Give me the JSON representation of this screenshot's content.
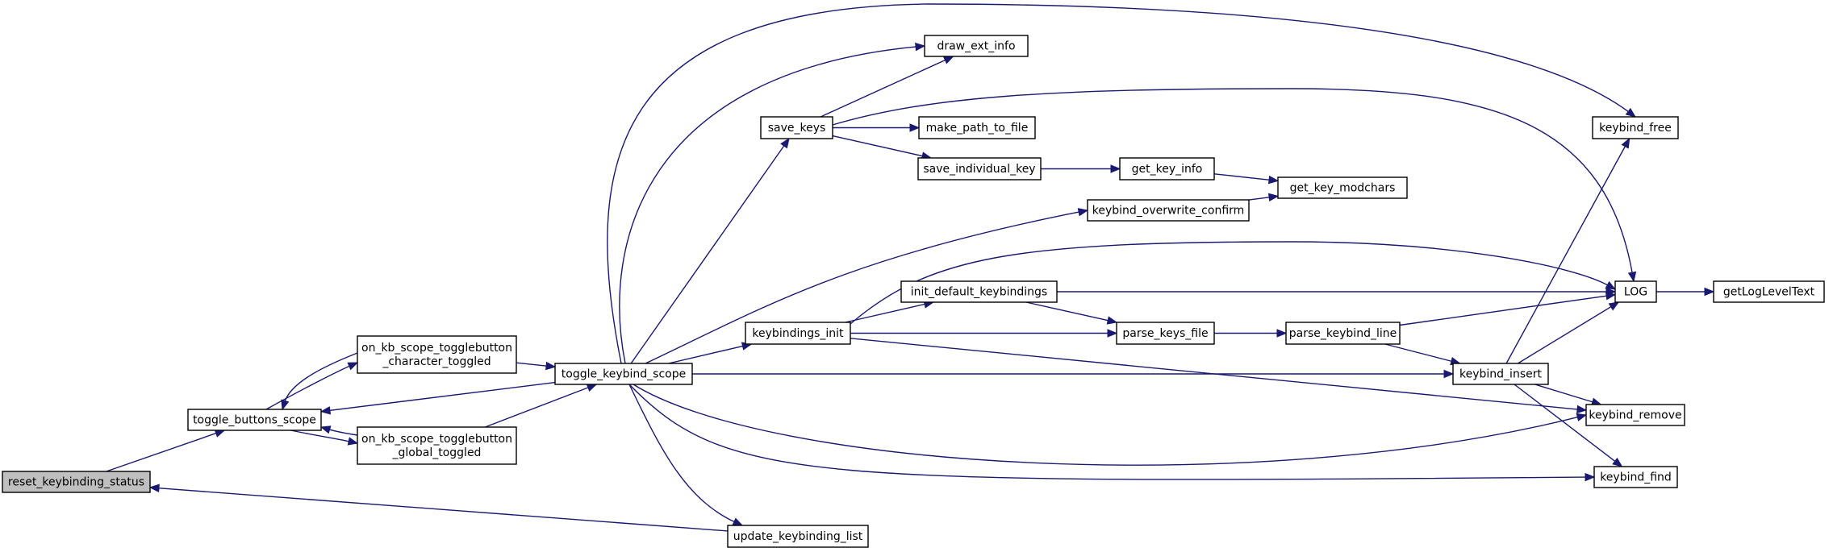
{
  "nodes": [
    {
      "id": "reset_keybinding_status",
      "lines": [
        "reset_keybinding_status"
      ],
      "highlight": true
    },
    {
      "id": "toggle_buttons_scope",
      "lines": [
        "toggle_buttons_scope"
      ]
    },
    {
      "id": "on_char",
      "lines": [
        "on_kb_scope_togglebutton",
        "_character_toggled"
      ]
    },
    {
      "id": "on_glob",
      "lines": [
        "on_kb_scope_togglebutton",
        "_global_toggled"
      ]
    },
    {
      "id": "toggle_keybind_scope",
      "lines": [
        "toggle_keybind_scope"
      ]
    },
    {
      "id": "update_keybinding_list",
      "lines": [
        "update_keybinding_list"
      ]
    },
    {
      "id": "save_keys",
      "lines": [
        "save_keys"
      ]
    },
    {
      "id": "draw_ext_info",
      "lines": [
        "draw_ext_info"
      ]
    },
    {
      "id": "make_path_to_file",
      "lines": [
        "make_path_to_file"
      ]
    },
    {
      "id": "save_individual_key",
      "lines": [
        "save_individual_key"
      ]
    },
    {
      "id": "get_key_info",
      "lines": [
        "get_key_info"
      ]
    },
    {
      "id": "get_key_modchars",
      "lines": [
        "get_key_modchars"
      ]
    },
    {
      "id": "keybind_overwrite_confirm",
      "lines": [
        "keybind_overwrite_confirm"
      ]
    },
    {
      "id": "keybindings_init",
      "lines": [
        "keybindings_init"
      ]
    },
    {
      "id": "init_default_keybindings",
      "lines": [
        "init_default_keybindings"
      ]
    },
    {
      "id": "parse_keys_file",
      "lines": [
        "parse_keys_file"
      ]
    },
    {
      "id": "parse_keybind_line",
      "lines": [
        "parse_keybind_line"
      ]
    },
    {
      "id": "keybind_insert",
      "lines": [
        "keybind_insert"
      ]
    },
    {
      "id": "keybind_free",
      "lines": [
        "keybind_free"
      ]
    },
    {
      "id": "LOG",
      "lines": [
        "LOG"
      ]
    },
    {
      "id": "getLogLevelText",
      "lines": [
        "getLogLevelText"
      ]
    },
    {
      "id": "keybind_remove",
      "lines": [
        "keybind_remove"
      ]
    },
    {
      "id": "keybind_find",
      "lines": [
        "keybind_find"
      ]
    }
  ],
  "edges": [
    {
      "from": "reset_keybinding_status",
      "to": "toggle_buttons_scope"
    },
    {
      "from": "toggle_buttons_scope",
      "to": "on_char"
    },
    {
      "from": "toggle_buttons_scope",
      "to": "on_glob"
    },
    {
      "from": "on_char",
      "to": "toggle_buttons_scope"
    },
    {
      "from": "on_char",
      "to": "toggle_keybind_scope"
    },
    {
      "from": "on_glob",
      "to": "toggle_buttons_scope"
    },
    {
      "from": "on_glob",
      "to": "toggle_keybind_scope"
    },
    {
      "from": "toggle_keybind_scope",
      "to": "toggle_buttons_scope"
    },
    {
      "from": "toggle_keybind_scope",
      "to": "save_keys"
    },
    {
      "from": "toggle_keybind_scope",
      "to": "draw_ext_info"
    },
    {
      "from": "toggle_keybind_scope",
      "to": "keybind_free"
    },
    {
      "from": "toggle_keybind_scope",
      "to": "keybind_overwrite_confirm"
    },
    {
      "from": "toggle_keybind_scope",
      "to": "keybindings_init"
    },
    {
      "from": "toggle_keybind_scope",
      "to": "keybind_insert"
    },
    {
      "from": "toggle_keybind_scope",
      "to": "keybind_remove"
    },
    {
      "from": "toggle_keybind_scope",
      "to": "keybind_find"
    },
    {
      "from": "toggle_keybind_scope",
      "to": "update_keybinding_list"
    },
    {
      "from": "update_keybinding_list",
      "to": "reset_keybinding_status"
    },
    {
      "from": "save_keys",
      "to": "draw_ext_info"
    },
    {
      "from": "save_keys",
      "to": "make_path_to_file"
    },
    {
      "from": "save_keys",
      "to": "save_individual_key"
    },
    {
      "from": "save_keys",
      "to": "LOG"
    },
    {
      "from": "save_individual_key",
      "to": "get_key_info"
    },
    {
      "from": "get_key_info",
      "to": "get_key_modchars"
    },
    {
      "from": "keybind_overwrite_confirm",
      "to": "get_key_modchars"
    },
    {
      "from": "keybindings_init",
      "to": "init_default_keybindings"
    },
    {
      "from": "keybindings_init",
      "to": "LOG"
    },
    {
      "from": "keybindings_init",
      "to": "parse_keys_file"
    },
    {
      "from": "keybindings_init",
      "to": "keybind_remove"
    },
    {
      "from": "init_default_keybindings",
      "to": "LOG"
    },
    {
      "from": "init_default_keybindings",
      "to": "parse_keys_file"
    },
    {
      "from": "parse_keys_file",
      "to": "parse_keybind_line"
    },
    {
      "from": "parse_keybind_line",
      "to": "LOG"
    },
    {
      "from": "parse_keybind_line",
      "to": "keybind_insert"
    },
    {
      "from": "keybind_insert",
      "to": "keybind_free"
    },
    {
      "from": "keybind_insert",
      "to": "LOG"
    },
    {
      "from": "keybind_insert",
      "to": "keybind_remove"
    },
    {
      "from": "keybind_insert",
      "to": "keybind_find"
    },
    {
      "from": "LOG",
      "to": "getLogLevelText"
    }
  ]
}
